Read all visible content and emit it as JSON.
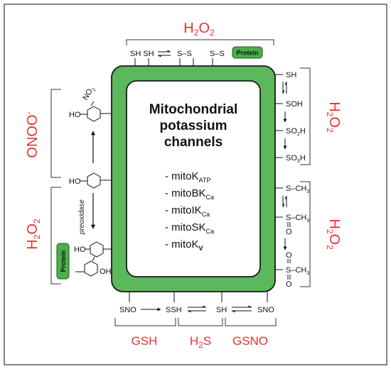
{
  "title": [
    "Mitochondrial",
    "potassium",
    "channels"
  ],
  "channels": [
    {
      "dash": "- ",
      "main": "mitoK",
      "sub": "ATP"
    },
    {
      "dash": "- ",
      "main": "mitoBK",
      "sub": "Ca"
    },
    {
      "dash": "- ",
      "main": "mitoIK",
      "sub": "Ca"
    },
    {
      "dash": "- ",
      "main": "mitoSK",
      "sub": "Ca"
    },
    {
      "dash": "- ",
      "main": "mitoK",
      "sub": "V"
    }
  ],
  "top": {
    "h2o2": {
      "a": "H",
      "b": "2",
      "c": "O",
      "d": "2"
    },
    "sh_pair": "SH SH",
    "ss_1": "S–S",
    "ss_2": "S–S",
    "protein": "Protein"
  },
  "right_upper": {
    "h2o2": {
      "a": "H",
      "b": "2",
      "c": "O",
      "d": "2"
    },
    "sh": "SH",
    "soh": "SOH",
    "so2h": {
      "a": "SO",
      "b": "2",
      "c": "H"
    },
    "so3h": {
      "a": "SO",
      "b": "3",
      "c": "H"
    }
  },
  "right_lower": {
    "h2o2": {
      "a": "H",
      "b": "2",
      "c": "O",
      "d": "2"
    },
    "sch3_1": {
      "a": "S–CH",
      "b": "3"
    },
    "sch3_2": {
      "a": "S–CH",
      "b": "3"
    },
    "o_2": "O",
    "sch3_3": {
      "a": "S–CH",
      "b": "3"
    },
    "o_3a": "O",
    "o_3b": "O"
  },
  "left": {
    "onoo": {
      "a": "ONOO",
      "b": "-"
    },
    "h2o2": {
      "a": "H",
      "b": "2",
      "c": "O",
      "d": "2"
    },
    "ho_top": "HO",
    "no2": {
      "a": "NO",
      "b": "2"
    },
    "ho_mid": "HO",
    "peroxidase": "preoxidase",
    "ho_b1": "HO",
    "oh_b2": "OH",
    "protein": "Protein"
  },
  "bottom": {
    "sno_1": "SNO",
    "ssh": "SSH",
    "sh": "SH",
    "sno_2": "SNO",
    "gsh": "GSH",
    "h2s": {
      "a": "H",
      "b": "2",
      "c": "S"
    },
    "gsno": "GSNO"
  },
  "colors": {
    "accent": "#e8312c",
    "channel_green": "#5cb85c",
    "protein_green": "#4cae4c"
  }
}
